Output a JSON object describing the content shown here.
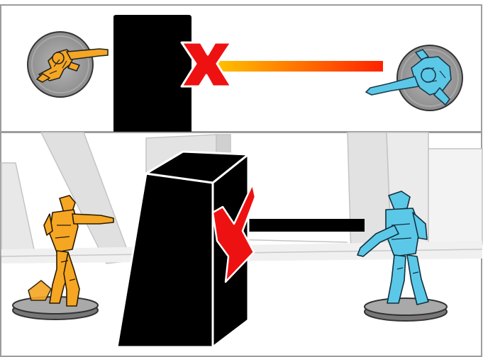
{
  "panels": [
    {
      "view": "top-down",
      "figures": [
        "orange-soldier-base",
        "blue-soldier-base"
      ],
      "obstacle": "black-wall",
      "line_of_sight": "blocked"
    },
    {
      "view": "side",
      "figures": [
        "orange-soldier-miniature",
        "blue-soldier-miniature"
      ],
      "obstacle": "black-pillar",
      "line_of_sight": "blocked"
    }
  ],
  "colors": {
    "orange_soldier": "#f5a623",
    "blue_soldier": "#5cc8e8",
    "blocked_mark": "#ee1111",
    "obstacle": "#000000",
    "base_gray": "#9a9a9a",
    "panel_border": "#a0a0a0",
    "beam_start": "#ffcc00",
    "beam_end": "#ff2200"
  },
  "icons": [
    "x-mark-icon",
    "x-mark-icon"
  ]
}
